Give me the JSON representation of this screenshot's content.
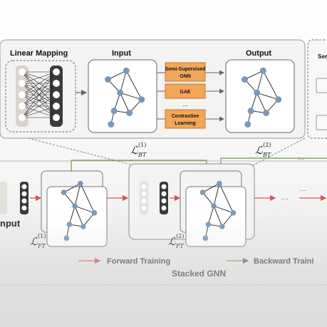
{
  "colors": {
    "node": "#7a98b8",
    "edge": "#444444",
    "orange_box": "#f2a65a",
    "orange_border": "#c9762a",
    "green_line": "#6a9a3c",
    "red_arrow": "#d9534f",
    "panel_bg": "#f3f3f3",
    "dashed": "#7a8a9a"
  },
  "top_panel": {
    "linear_mapping_title": "Linear Mapping",
    "input_title": "Input",
    "output_title": "Output",
    "methods": [
      "Semi-Supervised GNN",
      "GAE",
      "...",
      "Contrastive Learning"
    ],
    "side_label": "Sem"
  },
  "loss_labels": {
    "bt1": "ℒ",
    "bt1_sub": "BT",
    "bt1_sup": "(1)",
    "bt2": "ℒ",
    "bt2_sub": "BT",
    "bt2_sup": "(2)",
    "ft1": "ℒ",
    "ft1_sub": "FT",
    "ft1_sup": "(1)",
    "ft2": "ℒ",
    "ft2_sub": "FT",
    "ft2_sup": "(2)"
  },
  "bottom": {
    "input_label": "nput",
    "ellipsis_mid": "···",
    "ellipsis_right": "···",
    "ellipsis_top": "···",
    "forward_training": "Forward Training",
    "backward_training": "Backward Traini",
    "stacked_gnn": "Stacked GNN"
  }
}
